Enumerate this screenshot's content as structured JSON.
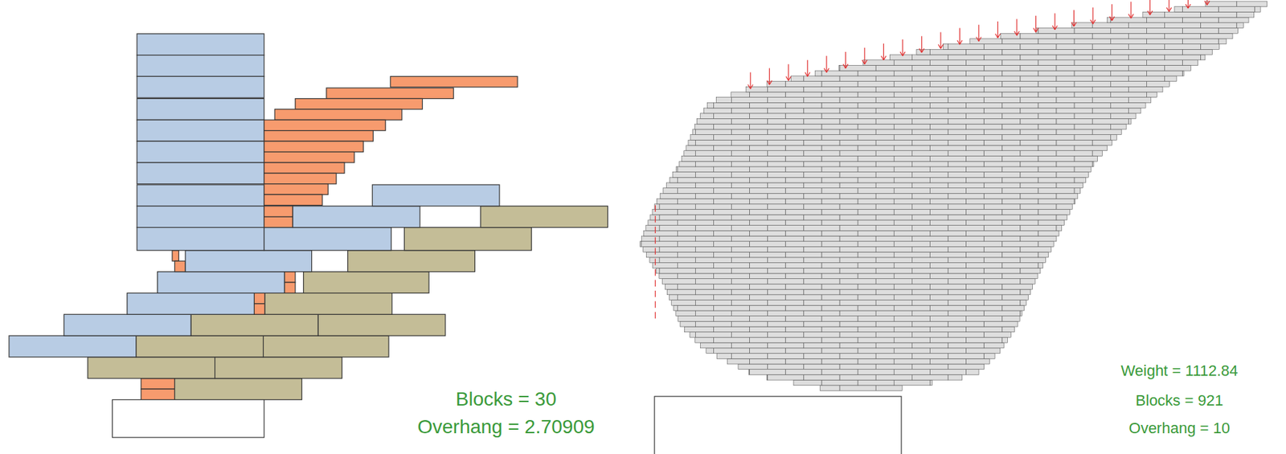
{
  "diagram": {
    "labels": [
      "Blocks = 30",
      "Overhang = 2.70909",
      "Weight = 1112.84",
      "Blocks = 921",
      "Overhang = 10"
    ]
  }
}
